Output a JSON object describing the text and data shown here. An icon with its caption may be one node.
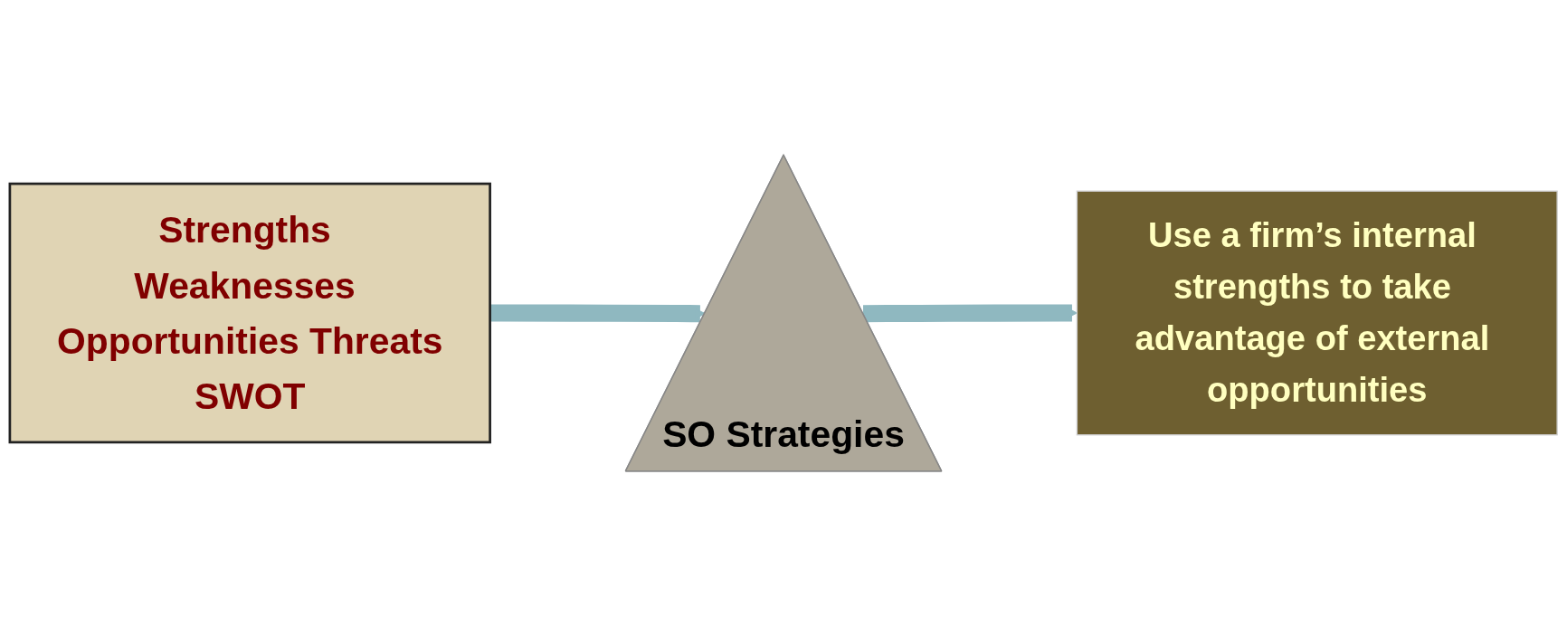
{
  "diagram": {
    "nodes": [
      {
        "text": [
          "Strengths Weaknesses Opportunities Threats",
          "SWOT"
        ]
      },
      {
        "text": [
          "SO Strategies"
        ]
      },
      {
        "text": [
          "Use a firm’s internal strengths to take advantage of external opportunities"
        ]
      }
    ],
    "edges": [
      {
        "from": 0,
        "to": 1,
        "arrow": "to"
      },
      {
        "from": 1,
        "to": 2,
        "arrow": "to"
      }
    ]
  }
}
